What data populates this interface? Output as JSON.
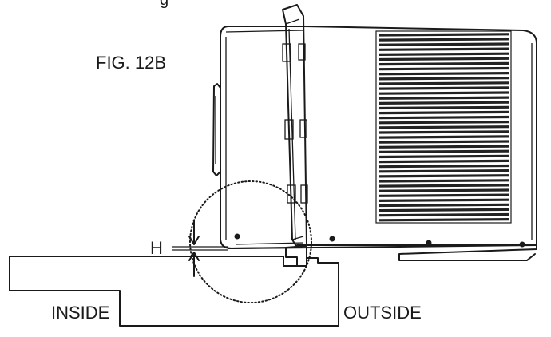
{
  "figure": {
    "label": "FIG. 12B",
    "dimension_label": "H",
    "inside_label": "INSIDE",
    "outside_label": "OUTSIDE",
    "snippet_label": "g"
  },
  "colors": {
    "ink": "#1a1a1a",
    "background": "#ffffff"
  }
}
